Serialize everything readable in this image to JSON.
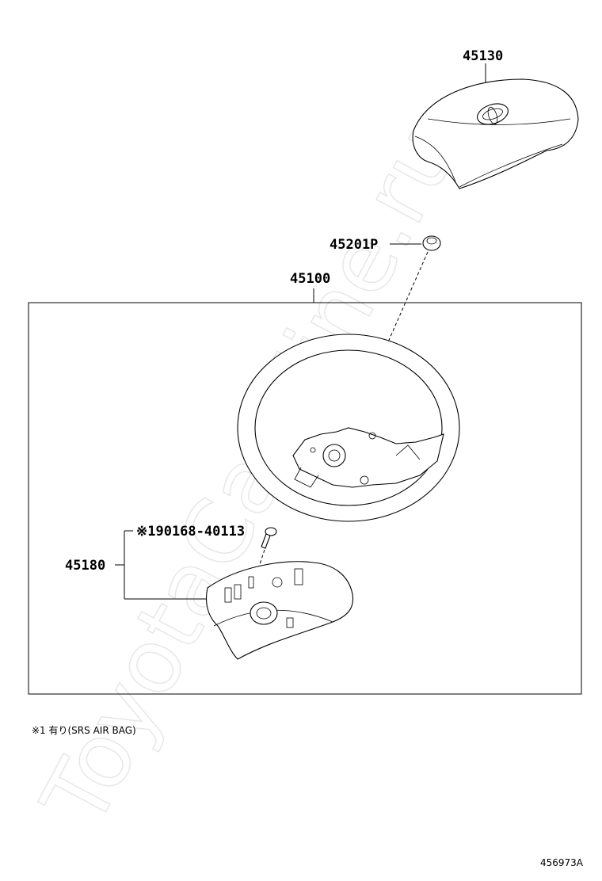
{
  "watermark": "ToyotaCarMine.ru",
  "parts": {
    "horn_pad": "45130",
    "nut": "45201P",
    "steering_wheel_assy": "45100",
    "bolt": "※190168-40113",
    "cover_assy": "45180"
  },
  "footnote": "※1 有り(SRS AIR BAG)",
  "illustration_id": "456973A",
  "icons": {
    "emblem": "toyota-emblem-icon"
  }
}
